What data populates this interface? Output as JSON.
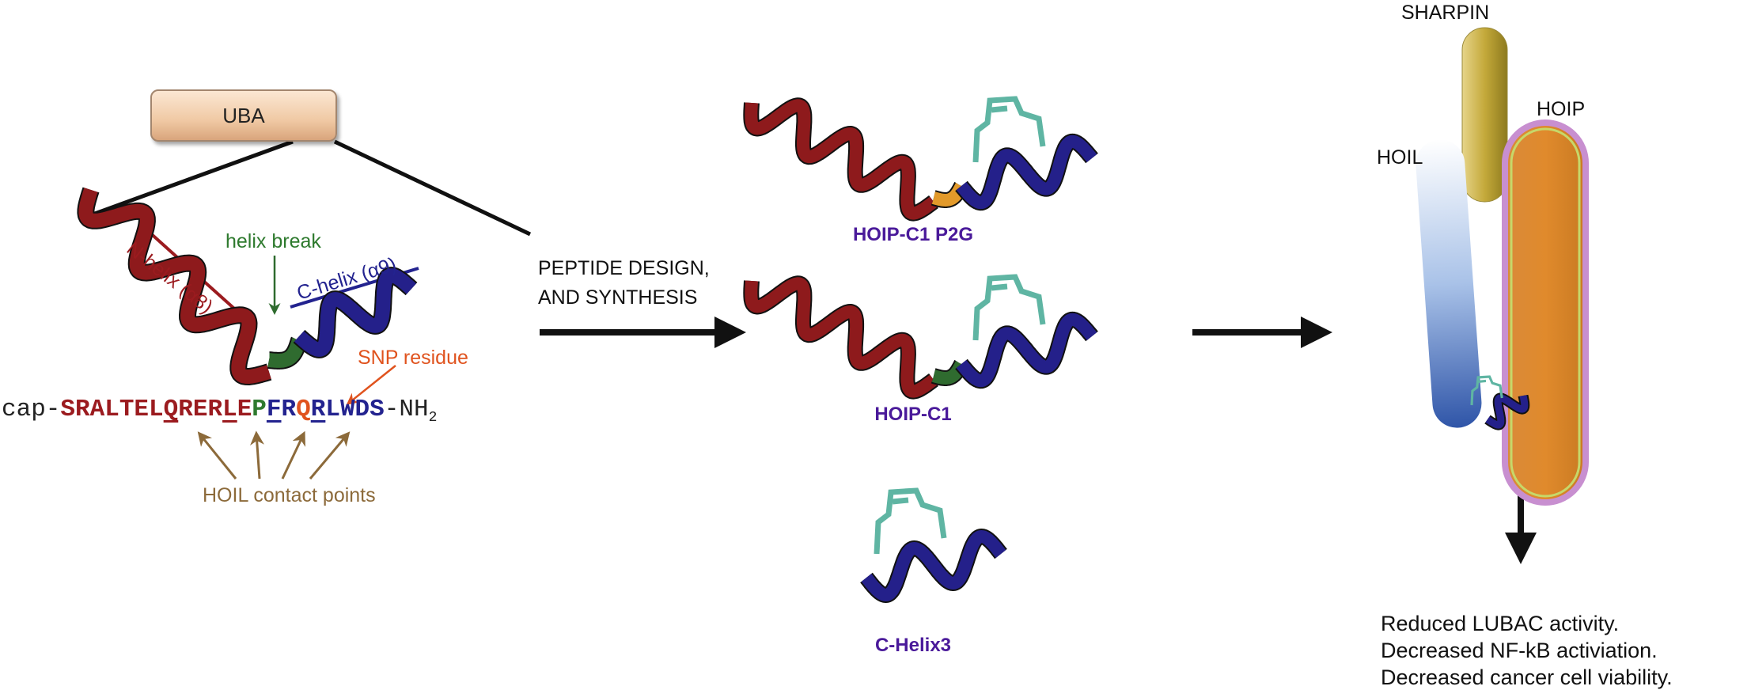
{
  "left_panel": {
    "domain_box": "UBA",
    "n_helix_label": "N-helix (α8)",
    "c_helix_label": "C-helix (α9)",
    "helix_break_label": "helix break",
    "snp_label": "SNP residue",
    "sequence": {
      "prefix": "cap-",
      "n_part": [
        "SRALTEL",
        "Q",
        "RER",
        "L",
        "E"
      ],
      "break_residue": "P",
      "c_part_a": [
        "F",
        "R"
      ],
      "snp_residue": "Q",
      "c_part_b": [
        "R",
        "LWDS"
      ],
      "suffix": "-NH",
      "suffix_sub": "2"
    },
    "contact_label": "HOIL contact points"
  },
  "middle_panel": {
    "step_line1": "PEPTIDE DESIGN,",
    "step_line2": "AND SYNTHESIS",
    "peptides": [
      "HOIP-C1 P2G",
      "HOIP-C1",
      "C-Helix3"
    ]
  },
  "right_panel": {
    "sharpin": "SHARPIN",
    "hoil": "HOIL",
    "hoip": "HOIP",
    "outcomes": [
      "Reduced LUBAC activity.",
      "Decreased NF-kB activiation.",
      "Decreased cancer cell viability."
    ]
  },
  "colors": {
    "n_helix": "#8e1a1c",
    "c_helix": "#24208a",
    "break": "#2f6b2f",
    "p2g": "#e39a2a",
    "staple": "#5fb5a3",
    "arrow": "#111111"
  }
}
